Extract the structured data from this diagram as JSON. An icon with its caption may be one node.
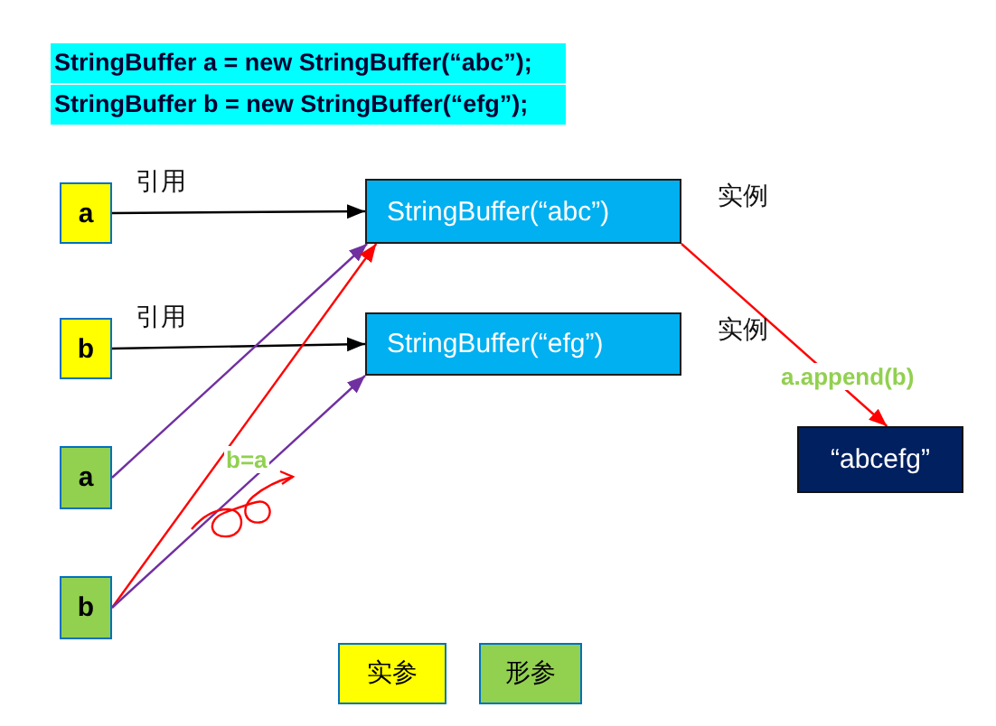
{
  "diagram": {
    "nodes": [
      {
        "text": [
          "a"
        ]
      },
      {
        "text": [
          "b"
        ]
      },
      {
        "text": [
          "a"
        ]
      },
      {
        "text": [
          "b"
        ]
      },
      {
        "text": [
          "StringBuffer(“abc”)"
        ],
        "beside": [
          "实例"
        ]
      },
      {
        "text": [
          "StringBuffer(“efg”)"
        ],
        "beside": [
          "实例"
        ]
      },
      {
        "text": [
          "“abcefg”"
        ]
      }
    ],
    "edges": [
      {
        "from": 0,
        "to": 4,
        "arrow": "to",
        "label": "引用"
      },
      {
        "from": 1,
        "to": 5,
        "arrow": "to",
        "label": "引用"
      },
      {
        "from": 2,
        "to": 4,
        "arrow": "to",
        "color": "#7030a0"
      },
      {
        "from": 3,
        "to": 4,
        "arrow": "to",
        "color": "#ff0000"
      },
      {
        "from": 3,
        "to": 5,
        "arrow": "to",
        "color": "#7030a0"
      },
      {
        "from": 4,
        "to": 6,
        "arrow": "to",
        "color": "#ff0000",
        "label": "a.append(b)"
      }
    ],
    "labels": [
      "StringBuffer a = new StringBuffer(“abc”);",
      "StringBuffer b = new StringBuffer(“efg”);",
      "b=a"
    ],
    "legend": [
      {
        "text": "实参",
        "color": "#ffff00"
      },
      {
        "text": "形参",
        "color": "#92d050"
      }
    ]
  }
}
